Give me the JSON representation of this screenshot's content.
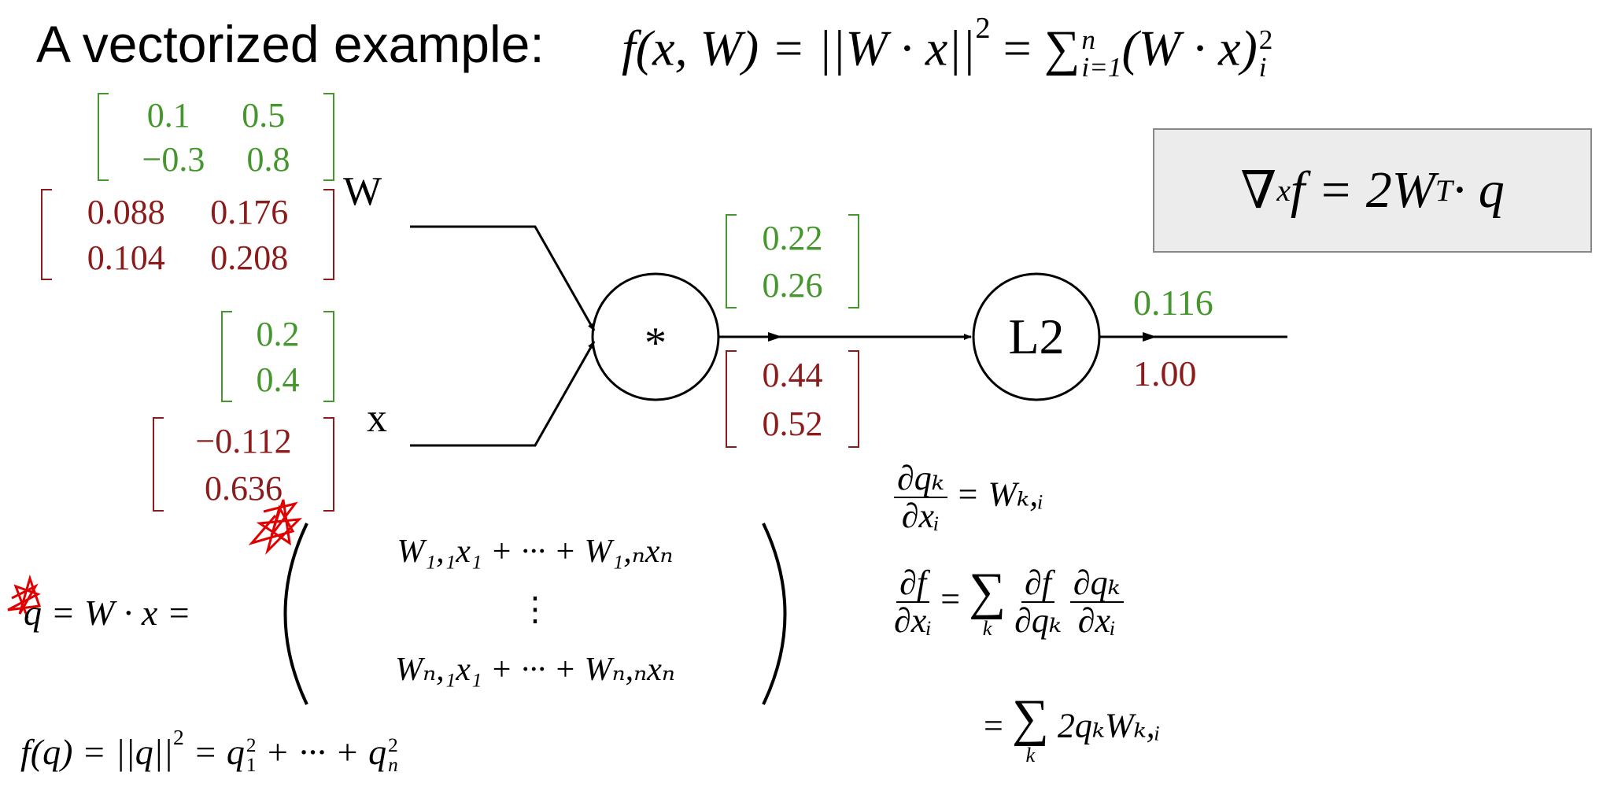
{
  "title": "A vectorized example:",
  "top_formula": {
    "lhs": "f(x, W) = ||W · x||",
    "lhs_sup": "2",
    "eq": " = ",
    "sum": "∑",
    "sum_top": "n",
    "sum_bot": "i=1",
    "body": "(W · x)",
    "body_sup": "2",
    "body_sub": "i"
  },
  "gradient_box": {
    "nabla": "∇",
    "nabla_sub": "x",
    "rest": "f = 2W",
    "sup": "T",
    "tail": " · q"
  },
  "graph": {
    "W_label": "W",
    "x_label": "x",
    "mul_node": "*",
    "l2_node": "L2",
    "W_value": [
      [
        "0.1",
        "0.5"
      ],
      [
        "−0.3",
        "0.8"
      ]
    ],
    "W_grad": [
      [
        "0.088",
        "0.176"
      ],
      [
        "0.104",
        "0.208"
      ]
    ],
    "x_value": [
      "0.2",
      "0.4"
    ],
    "x_grad": [
      "−0.112",
      "0.636"
    ],
    "q_value": [
      "0.22",
      "0.26"
    ],
    "q_grad": [
      "0.44",
      "0.52"
    ],
    "out_value": "0.116",
    "out_grad": "1.00",
    "colors": {
      "forward": "#45962c",
      "backward": "#8c1c1c"
    }
  },
  "q_def": {
    "lhs": "q = W · x =",
    "row1": "W₁,₁x₁ + ··· + W₁,ₙxₙ",
    "vdots": "⋮",
    "row3": "Wₙ,₁x₁ + ··· + Wₙ,ₙxₙ"
  },
  "f_def": {
    "a": "f(q) = ||q||",
    "a_sup": "2",
    "b": " = q",
    "b_sup": "2",
    "b_sub": "1",
    "c": " + ··· + q",
    "c_sup": "2",
    "c_sub": "n"
  },
  "derivatives": {
    "d1_num": "∂qₖ",
    "d1_den": "∂xᵢ",
    "d1_rhs": "= Wₖ,ᵢ",
    "d2_num": "∂f",
    "d2_den": "∂xᵢ",
    "d2_eq": "=",
    "sum": "∑",
    "sum_idx": "k",
    "d2_f1_num": "∂f",
    "d2_f1_den": "∂qₖ",
    "d2_f2_num": "∂qₖ",
    "d2_f2_den": "∂xᵢ",
    "d3_eq": "=",
    "d3_rhs": "2qₖWₖ,ᵢ"
  }
}
